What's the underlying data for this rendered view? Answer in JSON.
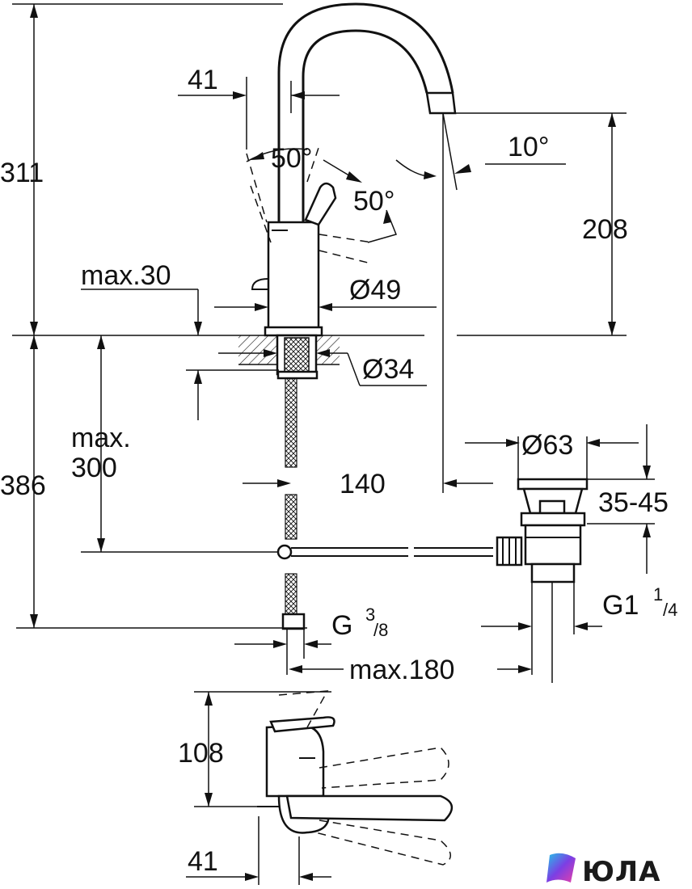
{
  "dimensions": {
    "total_height": "311",
    "spout_height": "208",
    "spout_angle": "10°",
    "handle_angle_left": "50°",
    "handle_angle_right": "50°",
    "body_offset": "41",
    "max_deck": "max.30",
    "body_diameter": "Ø49",
    "shank_diameter": "Ø34",
    "below_deck": "386",
    "max_hose_label_1": "max.",
    "max_hose_label_2": "300",
    "spout_reach": "140",
    "waste_diameter": "Ø63",
    "waste_range": "35-45",
    "waste_thread_main": "G1",
    "waste_thread_num": "1",
    "waste_thread_den": "/4",
    "supply_thread_main": "G",
    "supply_thread_num": "3",
    "supply_thread_den": "/8",
    "max_rod": "max.180",
    "side_height": "108",
    "side_offset": "41"
  },
  "logo": {
    "text": "ЮЛА"
  },
  "colors": {
    "line": "#111111",
    "logo_cyan": "#22c5e8",
    "logo_purple": "#7b3fe4",
    "logo_pink": "#e83fa8"
  }
}
